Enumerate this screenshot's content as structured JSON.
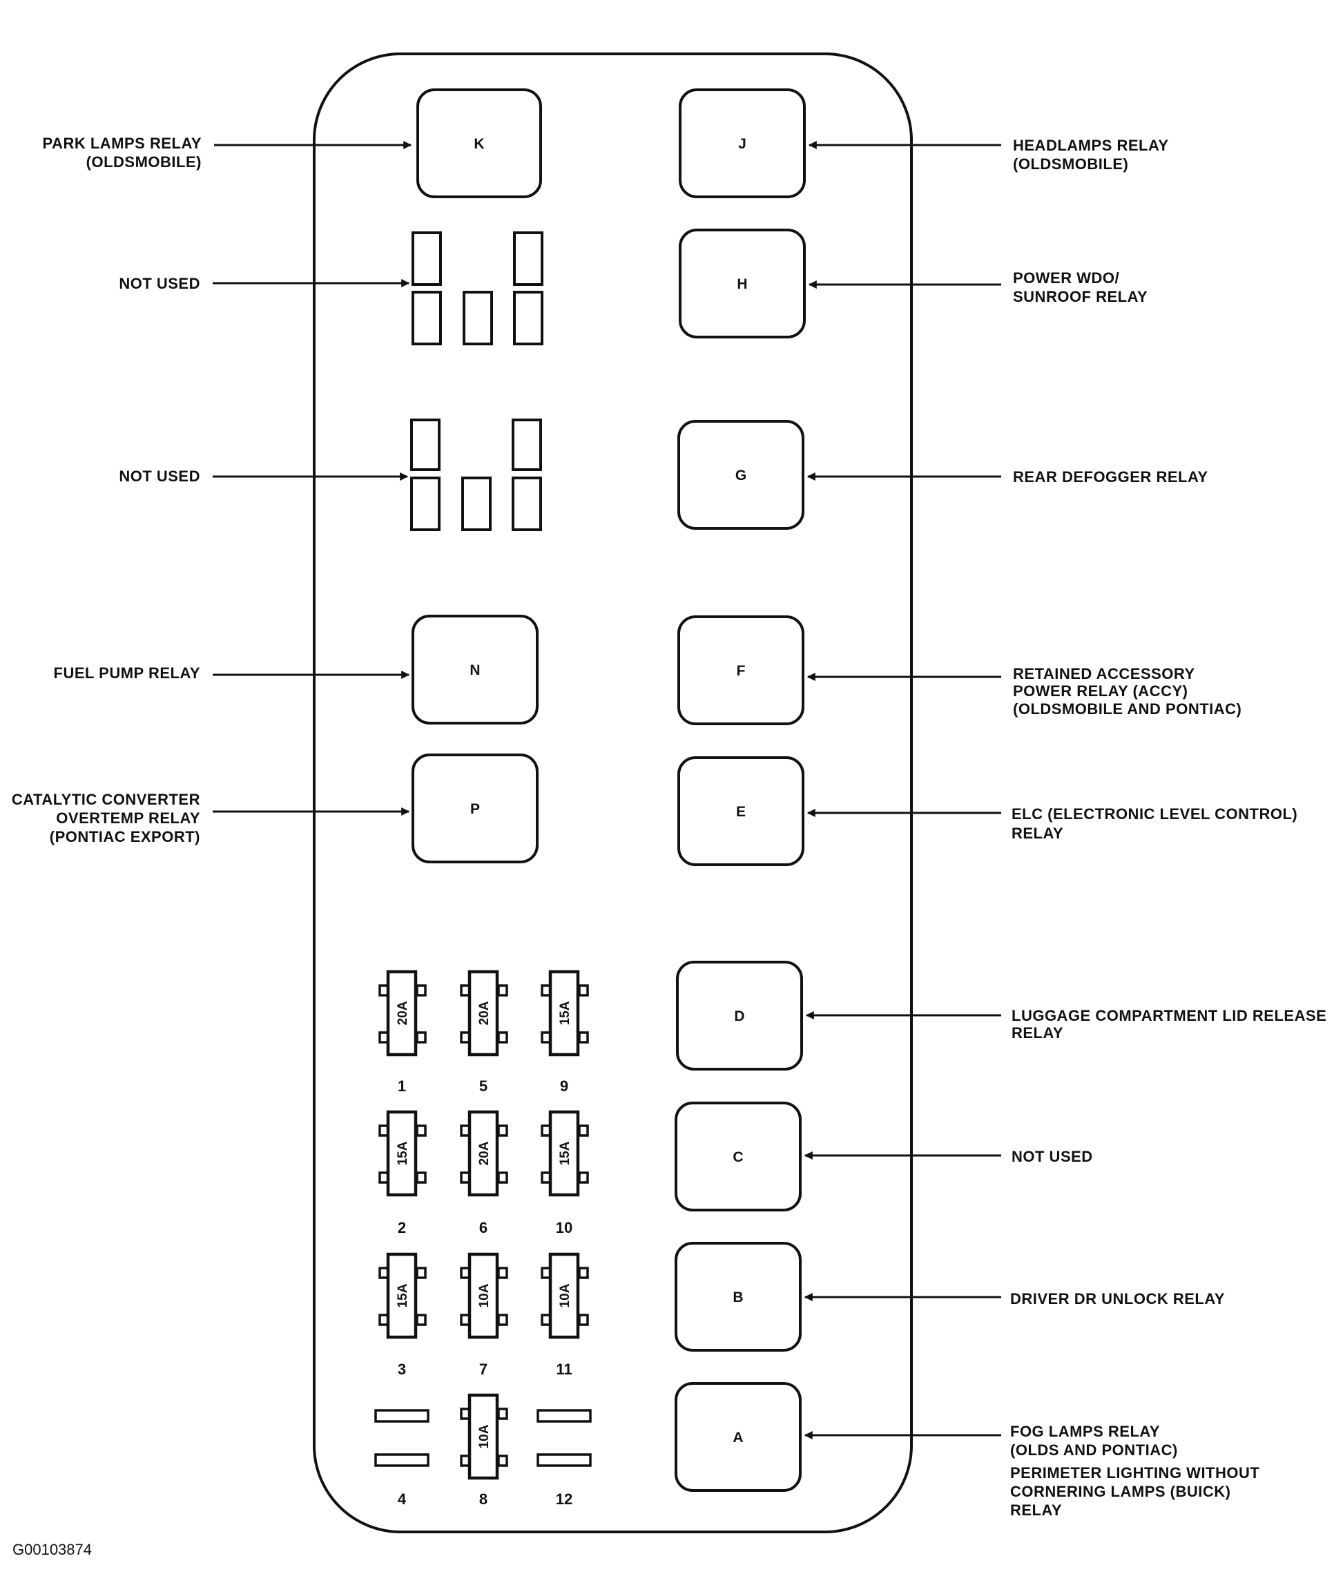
{
  "figure_id": "G00103874",
  "relays": [
    {
      "letter": "K",
      "label": [
        "PARK LAMPS RELAY",
        "(OLDSMOBILE)"
      ]
    },
    {
      "letter": "J",
      "label": [
        "HEADLAMPS RELAY",
        "(OLDSMOBILE)"
      ]
    },
    {
      "letter": "H",
      "label": [
        "POWER WDO/",
        "SUNROOF RELAY"
      ]
    },
    {
      "letter": "G",
      "label": [
        "REAR DEFOGGER RELAY"
      ]
    },
    {
      "letter": "N",
      "label": [
        "FUEL PUMP RELAY"
      ]
    },
    {
      "letter": "F",
      "label": [
        "RETAINED ACCESSORY",
        "POWER RELAY (ACCY)",
        "(OLDSMOBILE AND PONTIAC)"
      ]
    },
    {
      "letter": "P",
      "label": [
        "CATALYTIC CONVERTER",
        "OVERTEMP RELAY",
        "(PONTIAC EXPORT)"
      ]
    },
    {
      "letter": "E",
      "label": [
        "ELC (ELECTRONIC LEVEL CONTROL)",
        "RELAY"
      ]
    },
    {
      "letter": "D",
      "label": [
        "LUGGAGE COMPARTMENT LID RELEASE",
        "RELAY"
      ]
    },
    {
      "letter": "C",
      "label": [
        "NOT USED"
      ]
    },
    {
      "letter": "B",
      "label": [
        "DRIVER DR UNLOCK RELAY"
      ]
    },
    {
      "letter": "A",
      "label": [
        "FOG LAMPS RELAY",
        "(OLDS AND PONTIAC)",
        "PERIMETER LIGHTING WITHOUT",
        "CORNERING LAMPS (BUICK)",
        "RELAY"
      ]
    }
  ],
  "not_used_label": "NOT USED",
  "fuses": [
    {
      "num": "1",
      "rating": "20A"
    },
    {
      "num": "5",
      "rating": "20A"
    },
    {
      "num": "9",
      "rating": "15A"
    },
    {
      "num": "2",
      "rating": "15A"
    },
    {
      "num": "6",
      "rating": "20A"
    },
    {
      "num": "10",
      "rating": "15A"
    },
    {
      "num": "3",
      "rating": "15A"
    },
    {
      "num": "7",
      "rating": "10A"
    },
    {
      "num": "11",
      "rating": "10A"
    },
    {
      "num": "4",
      "rating": ""
    },
    {
      "num": "8",
      "rating": "10A"
    },
    {
      "num": "12",
      "rating": ""
    }
  ]
}
